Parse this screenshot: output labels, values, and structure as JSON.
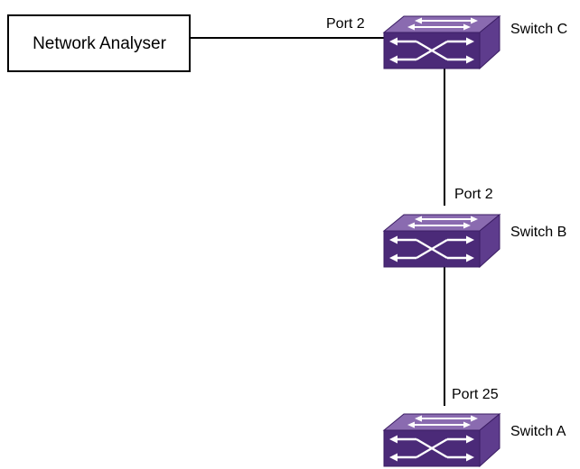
{
  "colors": {
    "switch_top": "#8a6bb0",
    "switch_front": "#4b2a78",
    "switch_side": "#5e3c8d",
    "switch_line": "#3b1d63",
    "arrow": "#ffffff",
    "link": "#000000"
  },
  "nodes": {
    "analyser": {
      "label": "Network Analyser"
    },
    "switch_c": {
      "label": "Switch C",
      "port_label": "Port 2"
    },
    "switch_b": {
      "label": "Switch B",
      "port_label": "Port 2"
    },
    "switch_a": {
      "label": "Switch A",
      "port_label": "Port 25"
    }
  },
  "links": [
    {
      "from": "Network Analyser",
      "to": "Switch C"
    },
    {
      "from": "Switch C",
      "to": "Switch B"
    },
    {
      "from": "Switch B",
      "to": "Switch A"
    }
  ]
}
